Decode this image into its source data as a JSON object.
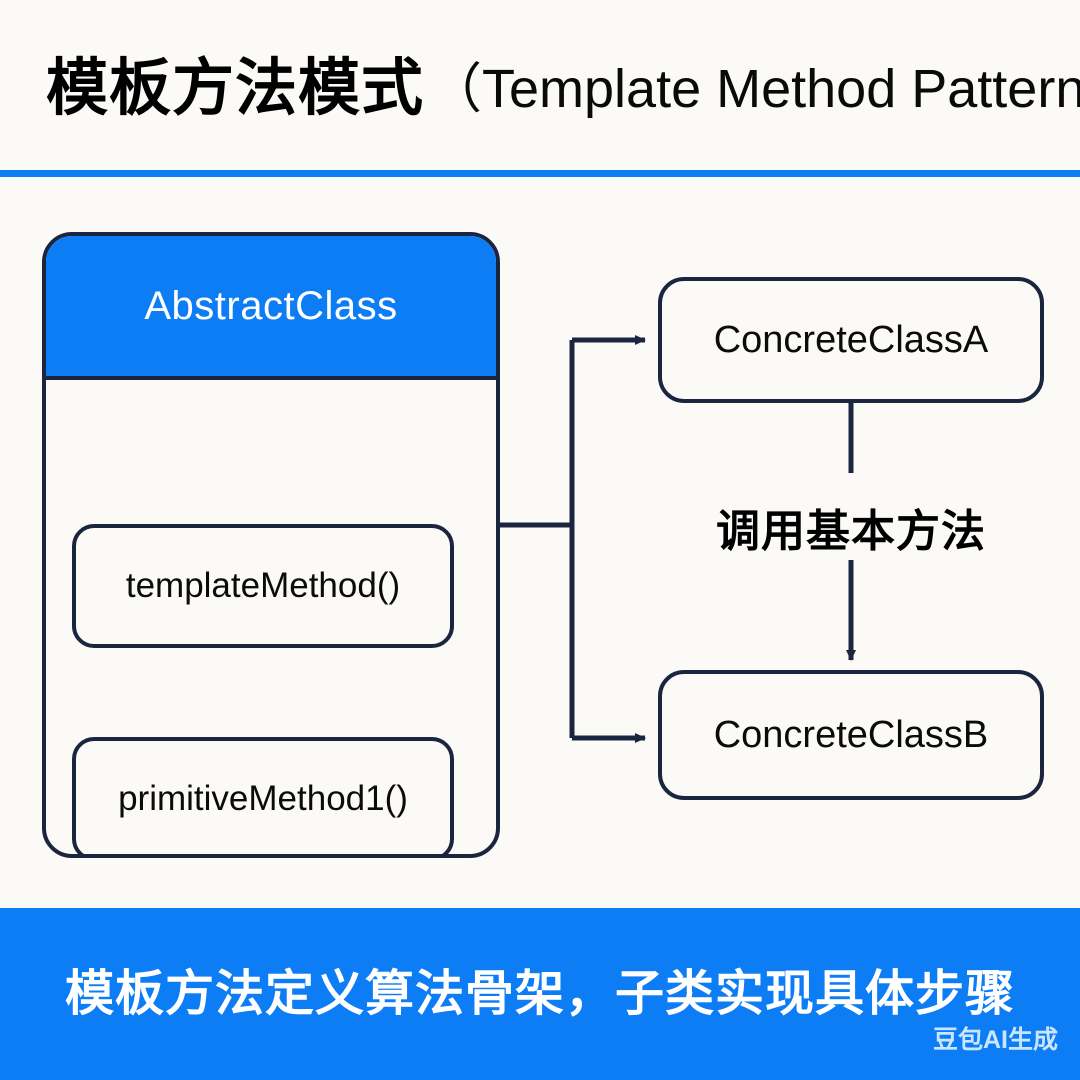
{
  "header": {
    "title_cn": "模板方法模式",
    "title_en": "（Template Method Pattern）",
    "rule_color": "#0d7df5"
  },
  "diagram": {
    "abstract_class": {
      "title": "AbstractClass",
      "header_color": "#0d7df5",
      "header_text_color": "#ffffff",
      "border_color": "#1c2540",
      "methods": [
        {
          "label": "templateMethod()"
        },
        {
          "label": "primitiveMethod1()"
        }
      ]
    },
    "concrete_classes": [
      {
        "label": "ConcreteClassA"
      },
      {
        "label": "ConcreteClassB"
      }
    ],
    "relation_label": "调用基本方法",
    "line_color": "#1c2540"
  },
  "footer": {
    "text": "模板方法定义算法骨架，子类实现具体步骤",
    "background": "#0d7df5",
    "text_color": "#ffffff",
    "watermark": "豆包AI生成"
  }
}
